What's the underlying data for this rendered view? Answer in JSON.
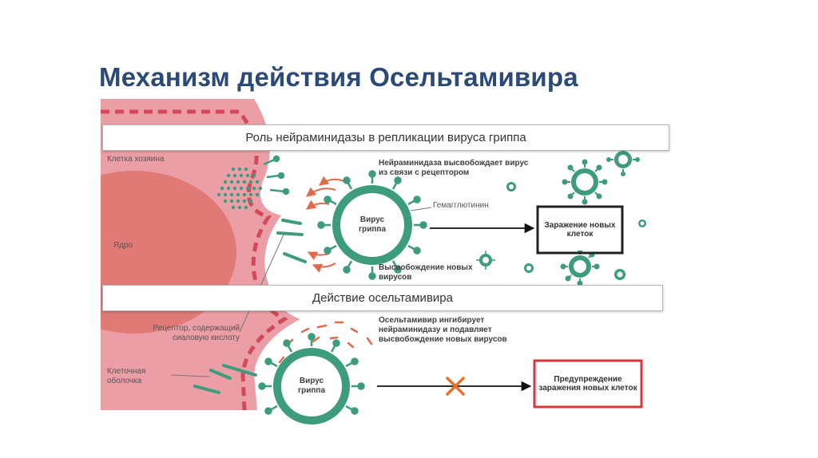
{
  "title": "Механизм действия Осельтамивира",
  "banner_top": "Роль нейраминидазы в репликации вируса гриппа",
  "banner_bottom": "Действие осельтамивира",
  "labels": {
    "host_cell": "Клетка хозяина",
    "nucleus": "Ядро",
    "receptor": "Рецептор, содержащий сиаловую кислоту",
    "membrane": "Клеточная оболочка",
    "virus": "Вирус гриппа",
    "hemagglutinin": "Гемагглютинин",
    "neuraminidase_note": "Нейраминидаза высвобождает вирус из связи с рецептором",
    "release": "Высвобождение новых вирусов",
    "oseltamivir_note": "Осельтамивир ингибирует нейраминидазу и подавляет высвобождение новых вирусов",
    "infection": "Заражение новых клеток",
    "prevention": "Предупреждение заражения новых клеток"
  },
  "colors": {
    "title": "#2b4a78",
    "cell": "#ec9ea6",
    "nucleus": "#e07a76",
    "membrane_dash": "#d24a5a",
    "virus": "#3c9c7c",
    "virus_core": "#ffffff",
    "arrow_red": "#e06a4a",
    "cross": "#e8702e",
    "block_box": "#d9363e"
  }
}
